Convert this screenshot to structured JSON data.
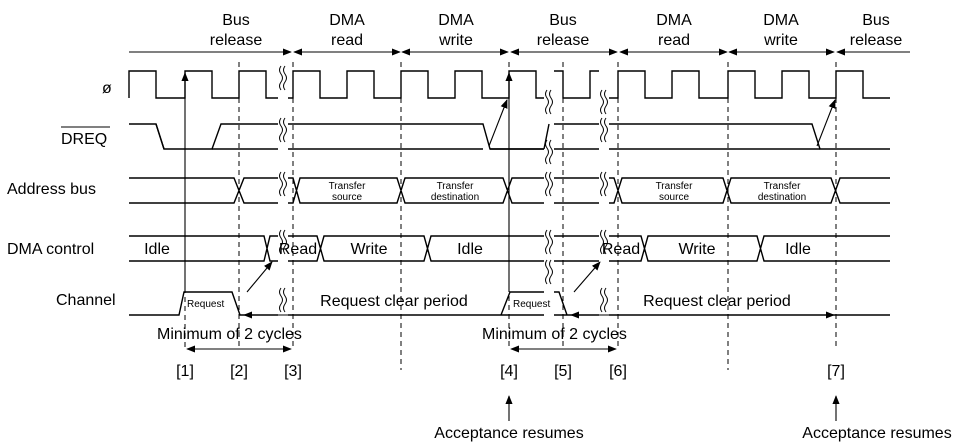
{
  "phases": {
    "p1": [
      "Bus",
      "release"
    ],
    "p2": [
      "DMA",
      "read"
    ],
    "p3": [
      "DMA",
      "write"
    ],
    "p4": [
      "Bus",
      "release"
    ],
    "p5": [
      "DMA",
      "read"
    ],
    "p6": [
      "DMA",
      "write"
    ],
    "p7": [
      "Bus",
      "release"
    ]
  },
  "signals": {
    "clock": "ø",
    "dreq": "DREQ",
    "address_bus": "Address bus",
    "dma_control": "DMA control",
    "channel": "Channel"
  },
  "address_bus": {
    "t1": [
      "Transfer",
      "source"
    ],
    "t2": [
      "Transfer",
      "destination"
    ],
    "t3": [
      "Transfer",
      "source"
    ],
    "t4": [
      "Transfer",
      "destination"
    ]
  },
  "dma_control": {
    "s1": "Idle",
    "s2": "Read",
    "s3": "Write",
    "s4": "Idle",
    "s5": "Read",
    "s6": "Write",
    "s7": "Idle"
  },
  "channel": {
    "req1": "Request",
    "clear1": "Request clear period",
    "req2": "Request",
    "clear2": "Request clear period"
  },
  "min_cycles_1": "Minimum of 2 cycles",
  "min_cycles_2": "Minimum of 2 cycles",
  "markers": [
    "[1]",
    "[2]",
    "[3]",
    "[4]",
    "[5]",
    "[6]",
    "[7]"
  ],
  "acceptance": {
    "a1": "Acceptance resumes",
    "a2": "Acceptance resumes"
  }
}
